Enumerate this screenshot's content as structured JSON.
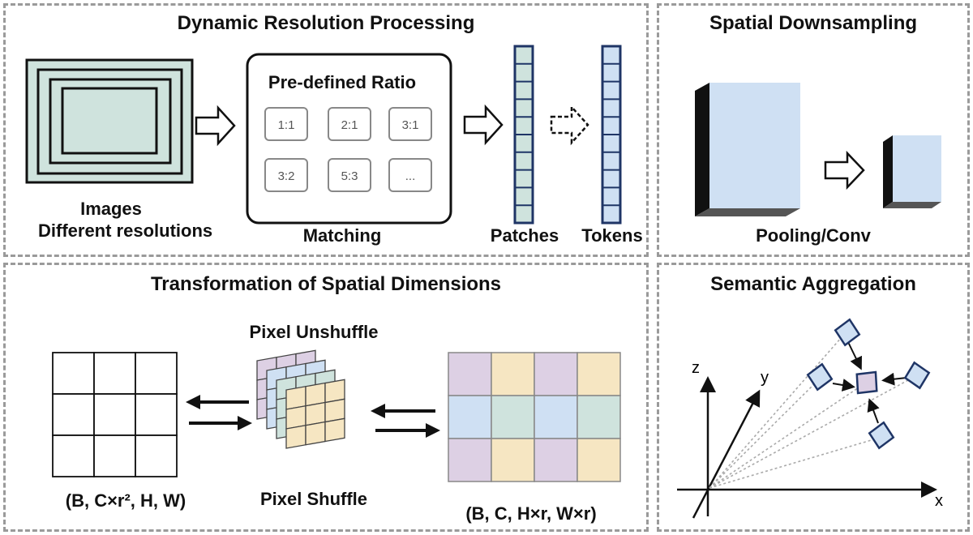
{
  "panels": {
    "dynamic": {
      "title": "Dynamic Resolution Processing",
      "images_label_1": "Images",
      "images_label_2": "Different resolutions",
      "box_title": "Pre-defined Ratio",
      "ratios": [
        "1:1",
        "2:1",
        "3:1",
        "3:2",
        "5:3",
        "..."
      ],
      "matching_label": "Matching",
      "patches_label": "Patches",
      "tokens_label": "Tokens"
    },
    "spatial": {
      "title": "Spatial Downsampling",
      "label": "Pooling/Conv"
    },
    "transform": {
      "title": "Transformation of Spatial Dimensions",
      "unshuffle_label": "Pixel Unshuffle",
      "shuffle_label": "Pixel Shuffle",
      "left_shape": "(B, C×r², H, W)",
      "right_shape": "(B, C, H×r, W×r)"
    },
    "semantic": {
      "title": "Semantic Aggregation",
      "axis_z": "z",
      "axis_y": "y",
      "axis_x": "x"
    }
  },
  "colors": {
    "teal_fill": "#cfe3dd",
    "blue_fill": "#cfe0f3",
    "navy_stroke": "#1f3566",
    "purple_cell": "#ddd0e4",
    "yellow_cell": "#f6e6c2",
    "blue_cell": "#cfe0f3",
    "teal_cell": "#cfe3dd",
    "panel_border": "#9a9a9a"
  },
  "grid_colors": [
    [
      "purple",
      "yellow",
      "purple",
      "yellow"
    ],
    [
      "blue",
      "teal",
      "blue",
      "teal"
    ],
    [
      "purple",
      "yellow",
      "purple",
      "yellow"
    ]
  ]
}
